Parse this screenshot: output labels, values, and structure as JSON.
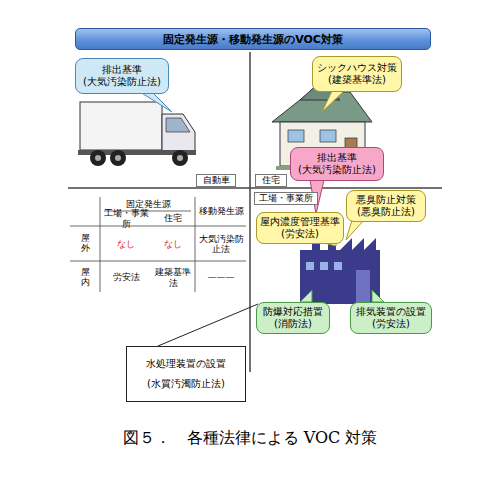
{
  "diagram": {
    "title": "固定発生源・移動発生源のVOC対策",
    "caption": "図５．　各種法律による VOC 対策",
    "nodes": [
      {
        "text": [
          "排出基準",
          "(大気汚染防止法)"
        ]
      },
      {
        "text": [
          "シックハウス対策",
          "(建築基準法)"
        ]
      },
      {
        "text": [
          "排出基準",
          "(大気汚染防止法)"
        ]
      },
      {
        "text": [
          "悪臭防止対策",
          "(悪臭防止法)"
        ]
      },
      {
        "text": [
          "屋内濃度管理基準",
          "(労安法)"
        ]
      },
      {
        "text": [
          "防爆対応措置",
          "(消防法)"
        ]
      },
      {
        "text": [
          "排気装置の設置",
          "(労安法)"
        ]
      },
      {
        "text": [
          "水処理装置の設置",
          "(水質汚濁防止法)"
        ]
      }
    ],
    "edges": [],
    "labels": [
      "自動車",
      "住宅",
      "工場・事業所",
      "固定発生源",
      "移動発生源",
      "工場・事業所",
      "住宅",
      "屋外",
      "なし",
      "なし",
      "大気汚染防止法",
      "屋内",
      "労安法",
      "建築基準法",
      "———"
    ]
  }
}
